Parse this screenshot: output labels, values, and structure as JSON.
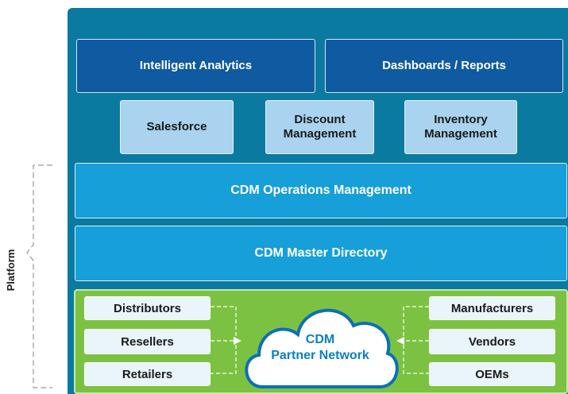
{
  "side_label": "Platform",
  "top_layer": {
    "analytics": "Intelligent Analytics",
    "dashboards": "Dashboards / Reports"
  },
  "apps": {
    "salesforce": "Salesforce",
    "discount_line1": "Discount",
    "discount_line2": "Management",
    "inventory_line1": "Inventory",
    "inventory_line2": "Management"
  },
  "operations": "CDM Operations Management",
  "master_directory": "CDM Master Directory",
  "network": {
    "line1": "CDM",
    "line2": "Partner Network",
    "left": [
      "Distributors",
      "Resellers",
      "Retailers"
    ],
    "right": [
      "Manufacturers",
      "Vendors",
      "OEMs"
    ]
  },
  "colors": {
    "panel": "#0a7aa0",
    "top_boxes": "#0f5aa0",
    "app_boxes": "#a9d3ee",
    "platform_boxes": "#169fd9",
    "network_area": "#7cc242",
    "cloud_text": "#0a7fc4"
  }
}
